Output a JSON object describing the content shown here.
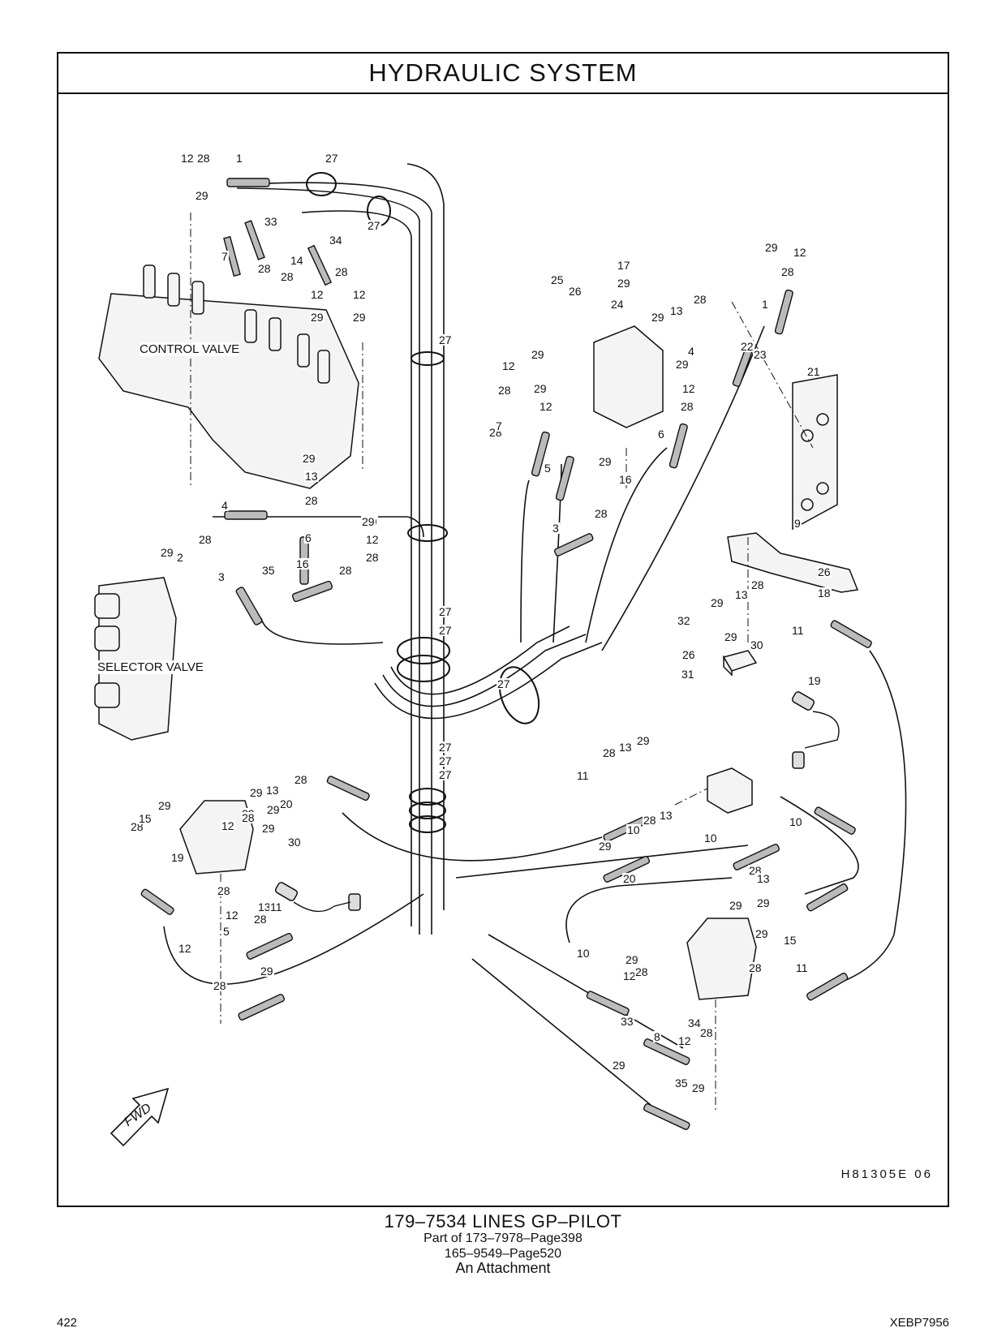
{
  "title": "HYDRAULIC   SYSTEM",
  "figure_code": "H81305E   06",
  "caption": {
    "main": "179–7534  LINES  GP–PILOT",
    "sub1": "Part of 173–7978–Page398",
    "sub2": "165–9549–Page520",
    "sub3": "An Attachment"
  },
  "footer": {
    "page_number": "422",
    "doc_number": "XEBP7956"
  },
  "components": {
    "control_valve": "CONTROL VALVE",
    "selector_valve": "SELECTOR VALVE",
    "fwd_arrow": "FWD"
  },
  "callouts": [
    "12",
    "28",
    "1",
    "27",
    "29",
    "33",
    "34",
    "27",
    "7",
    "28",
    "14",
    "28",
    "12",
    "28",
    "12",
    "29",
    "29",
    "27",
    "17",
    "29",
    "25",
    "26",
    "24",
    "29",
    "13",
    "28",
    "4",
    "1",
    "28",
    "12",
    "29",
    "22",
    "23",
    "21",
    "29",
    "12",
    "28",
    "29",
    "12",
    "28",
    "29",
    "12",
    "28",
    "7",
    "5",
    "6",
    "29",
    "16",
    "28",
    "3",
    "29",
    "13",
    "28",
    "29",
    "12",
    "28",
    "4",
    "6",
    "29",
    "16",
    "35",
    "28",
    "2",
    "29",
    "28",
    "3",
    "9",
    "26",
    "18",
    "29",
    "13",
    "28",
    "32",
    "11",
    "29",
    "30",
    "26",
    "31",
    "19",
    "27",
    "27",
    "27",
    "27",
    "27",
    "27",
    "28",
    "13",
    "29",
    "11",
    "29",
    "13",
    "28",
    "20",
    "28",
    "15",
    "29",
    "29",
    "13",
    "28",
    "11",
    "29",
    "12",
    "28",
    "29",
    "30",
    "19",
    "10",
    "28",
    "13",
    "29",
    "10",
    "10",
    "20",
    "28",
    "13",
    "29",
    "29",
    "28",
    "12",
    "5",
    "10",
    "29",
    "12",
    "28",
    "15",
    "29",
    "28",
    "11",
    "29",
    "12",
    "28",
    "33",
    "8",
    "34",
    "28",
    "29",
    "12",
    "35",
    "29",
    "28",
    "8"
  ]
}
